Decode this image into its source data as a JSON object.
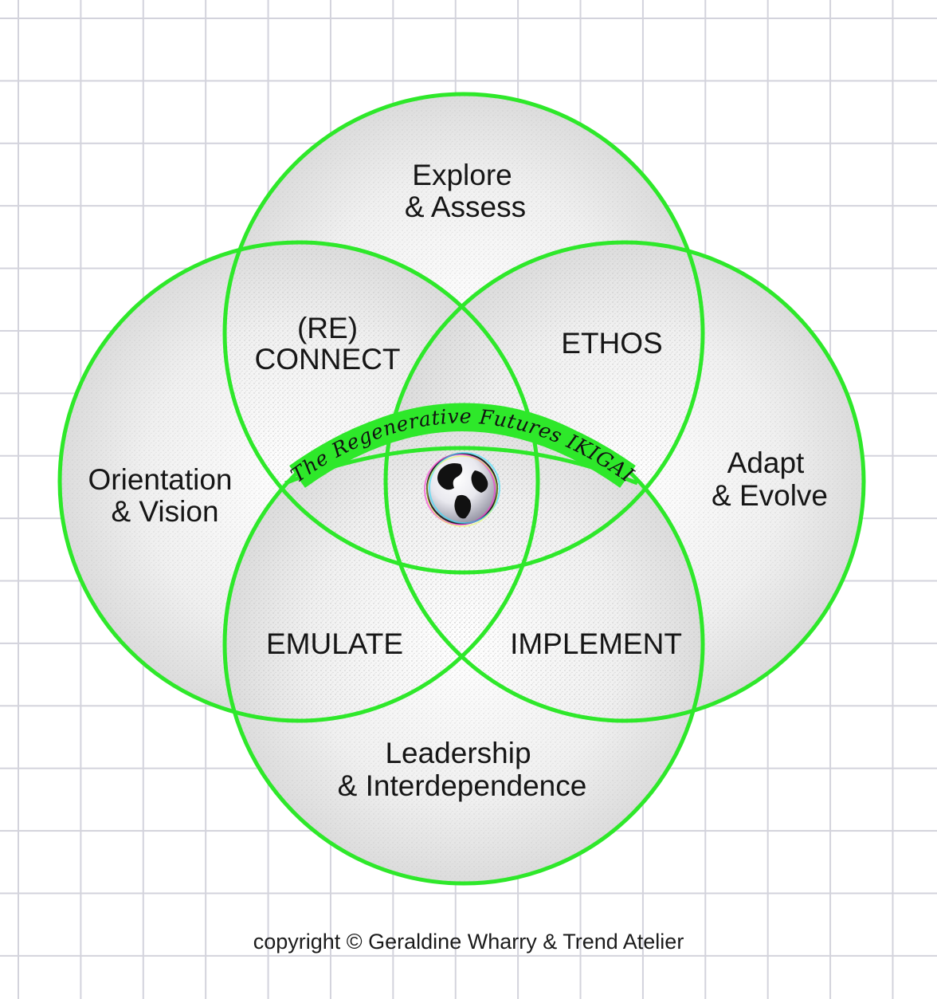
{
  "diagram": {
    "band_title": "The Regenerative Futures IKIGAI",
    "regions": {
      "top": [
        "Explore",
        "& Assess"
      ],
      "left": [
        "Orientation",
        "& Vision"
      ],
      "right": [
        "Adapt",
        "& Evolve"
      ],
      "bottom": [
        "Leadership",
        "& Interdependence"
      ],
      "upper_left": [
        "(RE)",
        "CONNECT"
      ],
      "upper_right": "ETHOS",
      "lower_left": "EMULATE",
      "lower_right": "IMPLEMENT"
    },
    "center_icon": "globe-icon",
    "colors": {
      "accent_green": "#2ee82a",
      "circle_fill": "#f2f2f2",
      "grid_line": "#d3d3dc"
    }
  },
  "footer": {
    "copyright": "copyright © Geraldine Wharry & Trend Atelier"
  }
}
